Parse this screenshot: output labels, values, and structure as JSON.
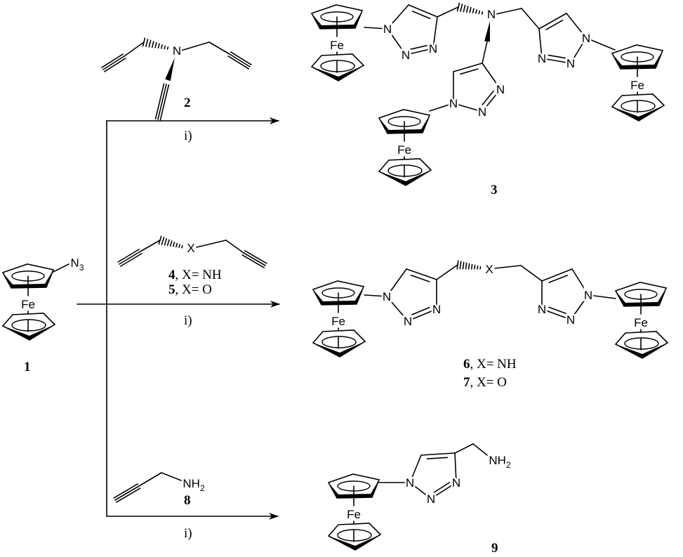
{
  "atoms": {
    "fe": "Fe",
    "n": "N",
    "x": "X",
    "n3_main": "N",
    "n3_sub": "3",
    "nh2_main": "NH",
    "nh2_sub": "2"
  },
  "compounds": {
    "c1": "1",
    "c2": "2",
    "c3": "3",
    "c8": "8",
    "c9": "9",
    "c4": {
      "num": "4",
      "text": ", X= NH"
    },
    "c5": {
      "num": "5",
      "text": ", X= O"
    },
    "c6": {
      "num": "6",
      "text": ", X= NH"
    },
    "c7": {
      "num": "7",
      "text": ", X= O"
    }
  },
  "conditions": {
    "top": "i)",
    "middle": "i)",
    "bottom": "i)"
  }
}
